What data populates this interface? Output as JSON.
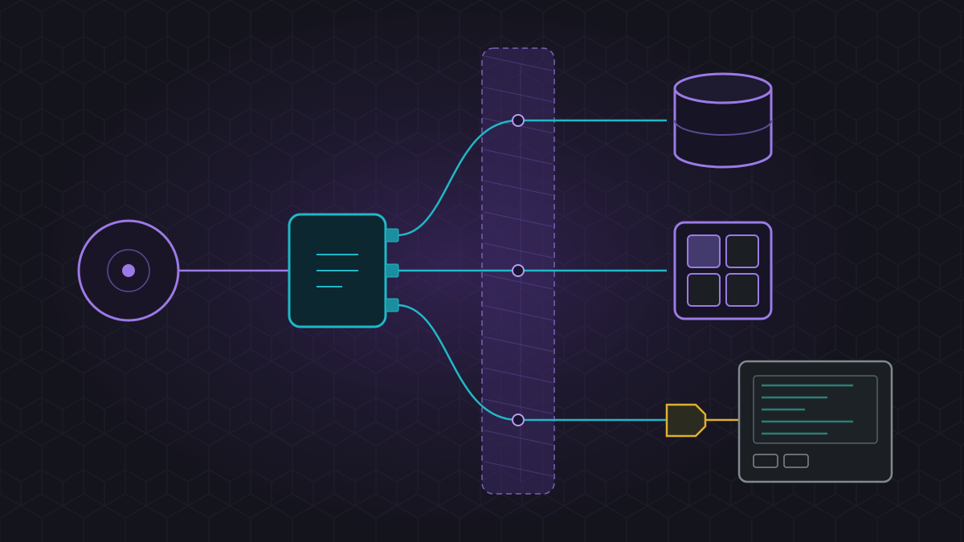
{
  "colors": {
    "background": "#14141d",
    "hex_grid": "#1c1c27",
    "glow": "#4a2d7a",
    "purple": "#9b7ae6",
    "purple_dim": "#5e4a93",
    "teal": "#20b8c8",
    "teal_fill": "#0c2730",
    "gold": "#e0b030",
    "gold_fill": "#2b2b20",
    "gray_panel": "#7f8a8f",
    "panel_fill": "#1b1f24",
    "panel_line": "#2d7e76"
  },
  "diagram": {
    "source": {
      "icon": "target-icon"
    },
    "router": {
      "icon": "document-icon",
      "ports": 3
    },
    "firewall": {
      "style": "dashed",
      "crossing_points": 3
    },
    "destinations": [
      {
        "id": "database",
        "icon": "database-icon"
      },
      {
        "id": "app-grid",
        "icon": "app-grid-icon",
        "cells": 4,
        "highlighted_cell": 1
      },
      {
        "id": "terminal",
        "icon": "terminal-window-icon",
        "text_lines": 5,
        "buttons": 2
      }
    ],
    "connections": [
      {
        "from": "source",
        "to": "router",
        "color": "purple"
      },
      {
        "from": "router",
        "to": "database",
        "color": "teal",
        "via": "firewall"
      },
      {
        "from": "router",
        "to": "app-grid",
        "color": "teal",
        "via": "firewall"
      },
      {
        "from": "router",
        "to": "terminal",
        "color": "teal",
        "via": "firewall",
        "gate": "tag-icon"
      }
    ]
  }
}
